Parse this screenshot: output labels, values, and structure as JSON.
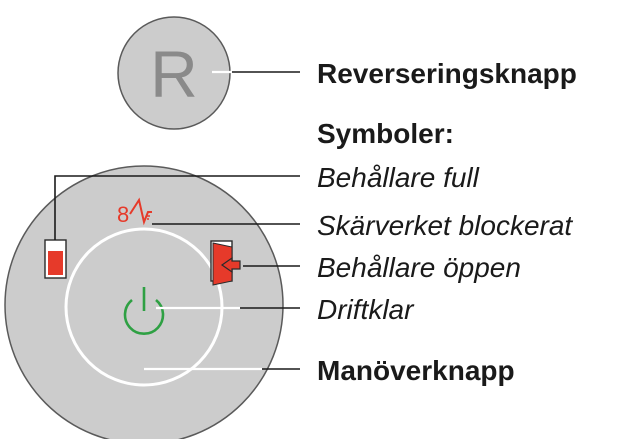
{
  "reverse_button": {
    "glyph": "R",
    "label": "Reverseringsknapp"
  },
  "symbols_heading": "Symboler:",
  "symbols": {
    "container_full": "Behållare full",
    "cutter_blocked": "Skärverket blockerat",
    "container_open": "Behållare öppen",
    "ready": "Driftklar"
  },
  "operate_button": {
    "label": "Manöverknapp"
  },
  "colors": {
    "button_face": "#cccccc",
    "button_outline": "#5a5a5a",
    "warning_red": "#e63a2a",
    "ready_green": "#2ea043",
    "text": "#1a1a1a"
  },
  "icons": [
    "container-full-icon",
    "cutter-blocked-icon",
    "container-open-icon",
    "power-icon"
  ]
}
